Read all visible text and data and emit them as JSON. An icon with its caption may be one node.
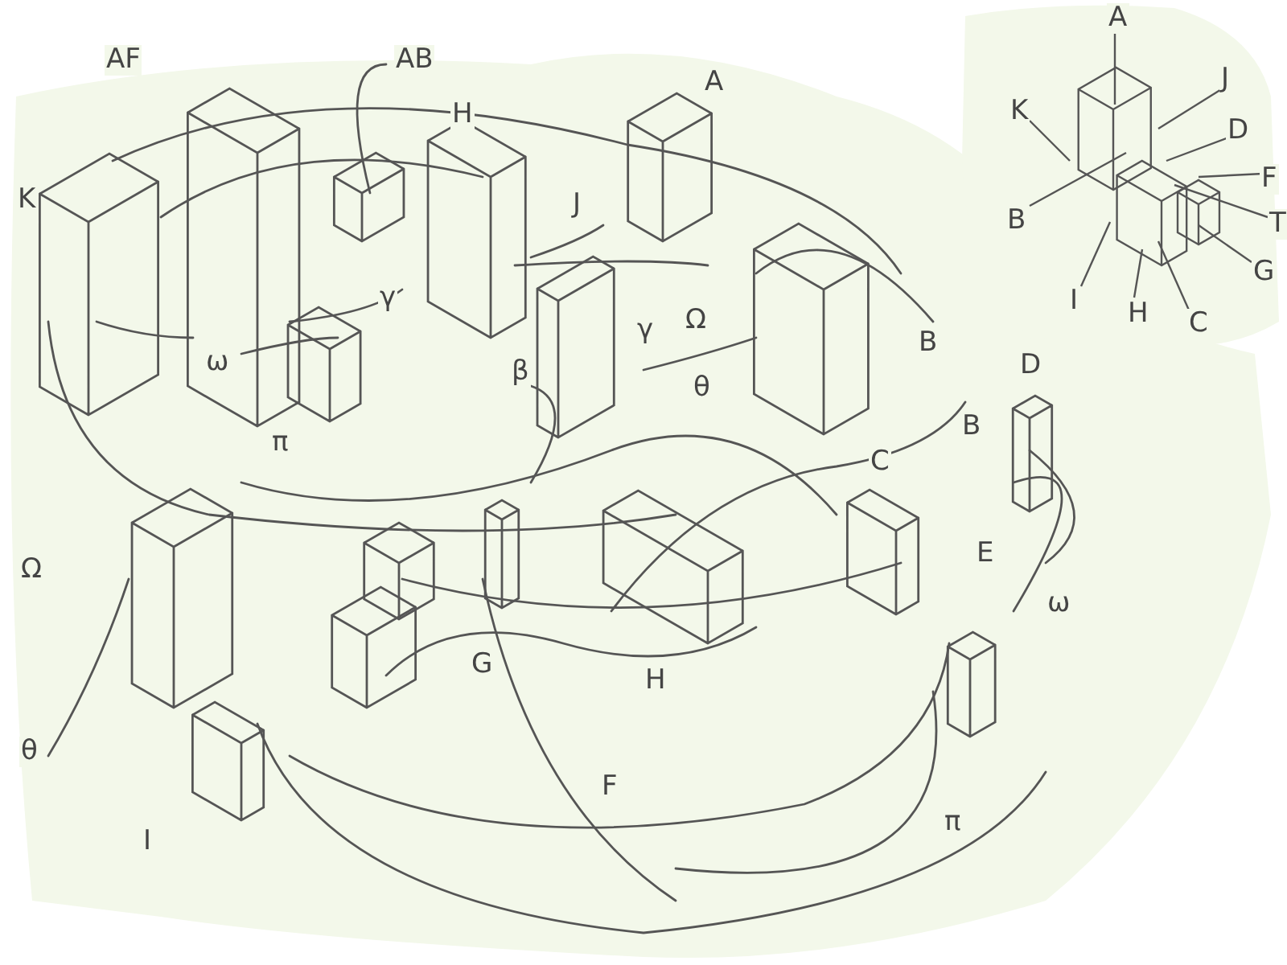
{
  "diagram": {
    "labels": [
      "A",
      "AB",
      "AF",
      "J",
      "H",
      "A",
      "K",
      "D",
      "F",
      "K",
      "J",
      "B",
      "T",
      "I",
      "G",
      "H",
      "C",
      "γ",
      "ω",
      "Ω",
      "γ",
      "β",
      "θ",
      "B",
      "π",
      "D",
      "B",
      "C",
      "Ω",
      "E",
      "ω",
      "G",
      "H",
      "θ",
      "F",
      "I",
      "π"
    ]
  }
}
